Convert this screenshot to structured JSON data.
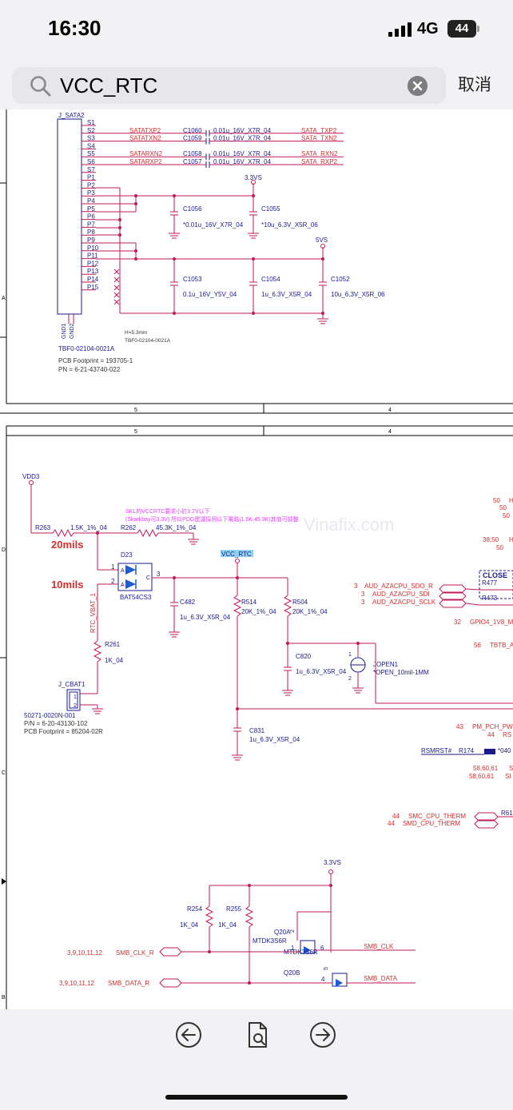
{
  "status": {
    "time": "16:30",
    "network": "4G",
    "battery": "44"
  },
  "search": {
    "query": "VCC_RTC",
    "cancel": "取消"
  },
  "top": {
    "ruler_a": "A",
    "col5": "5",
    "col4": "4",
    "connector": "J_SATA2",
    "pins": [
      "S1",
      "S2",
      "S3",
      "S4",
      "S5",
      "S6",
      "S7",
      "P1",
      "P2",
      "P3",
      "P4",
      "P5",
      "P6",
      "P7",
      "P8",
      "P9",
      "P10",
      "P11",
      "P12",
      "P13",
      "P14",
      "P15"
    ],
    "nets_in": [
      "SATATXP2",
      "SATATXN2",
      "SATARXN2",
      "SATARXP2"
    ],
    "caps_series": [
      "C1060",
      "C1059",
      "C1058",
      "C1057"
    ],
    "cap_values": [
      "0.01u_16V_X7R_04",
      "0.01u_16V_X7R_04",
      "0.01u_16V_X7R_04",
      "0.01u_16V_X7R_04"
    ],
    "nets_out": [
      "SATA_TXP2",
      "SATA_TXN2",
      "SATA_RXN2",
      "SATA_RXP2"
    ],
    "rail_33": "3.3VS",
    "rail_5": "5VS",
    "c1056": "C1056",
    "c1056_val": "*0.01u_16V_X7R_04",
    "c1055": "C1055",
    "c1055_val": "*10u_6.3V_X5R_06",
    "c1053": "C1053",
    "c1053_val": "0.1u_16V_Y5V_04",
    "c1054": "C1054",
    "c1054_val": "1u_6.3V_X5R_04",
    "c1052": "C1052",
    "c1052_val": "10u_6.3V_X5R_06",
    "gnd1": "GND1",
    "gnd2": "GND2",
    "h_note": "H=5.3mm",
    "part_note": "TBF0-02104-0021A",
    "part_name": "TBF0-02104-0021A",
    "footprint": "PCB Footprint = 193705-1",
    "pn": "PN = 6-21-43740-022"
  },
  "bottom": {
    "row_d": "D",
    "row_c": "C",
    "row_b": "B",
    "vdd3": "VDD3",
    "note_line1": "SKL的VCCRTC要求小於3.2V以下",
    "note_line2": "(Skarkbay可3.3V) 所以PDG建議採用以下電路(1.5K,45.3K)其值可調整",
    "r263": "R263",
    "r263_val": "1.5K_1%_04",
    "r262": "R262",
    "r262_val": "45.3K_1%_04",
    "mils20": "20mils",
    "mils10": "10mils",
    "d23": "D23",
    "d23_part": "BAT54CS3",
    "d_pin1": "1",
    "d_pin2": "2",
    "d_pin3": "3",
    "d_a1": "A",
    "d_a2": "A",
    "d_c": "C",
    "vcc_rtc": "VCC_RTC",
    "rtc_vbat": "RTC_VBAT_1",
    "c482": "C482",
    "c482_val": "1u_6.3V_X5R_04",
    "r514": "R514",
    "r514_val": "20K_1%_04",
    "r504": "R504",
    "r504_val": "20K_1%_04",
    "c820": "C820",
    "c820_val": "1u_6.3V_X5R_04",
    "jopen1": "JOPEN1",
    "jopen1_val": "*OPEN_10mil-1MM",
    "r261": "R261",
    "r261_val": "1K_04",
    "j_cbat1": "J_CBAT1",
    "cbat_part": "50271-0020N-001",
    "cbat_pn": "P/N = 6-20-43130-102",
    "cbat_fp": "PCB Footprint = 85204-02R",
    "c831": "C831",
    "c831_val": "1u_6.3V_X5R_04",
    "rail_33": "3.3VS",
    "r254": "R254",
    "r254_val": "1K_04",
    "r255": "R255",
    "r255_val": "1K_04",
    "q20a": "Q20A",
    "q20a_part": "MTDK3S6R",
    "q20b": "Q20B",
    "q20b_part": "MTDK3S6R",
    "smb_clk_r": "SMB_CLK_R",
    "smb_clk_refs": "3,9,10,11,12",
    "smb_data_r": "SMB_DATA_R",
    "smb_data_refs": "3,9,10,11,12",
    "smb_clk": "SMB_CLK",
    "smb_data": "SMB_DATA",
    "q_pin1": "1",
    "q_pin2": "2",
    "q_pin4": "4",
    "q_pin5": "5",
    "q_pin6": "6",
    "aud_sdo": "AUD_AZACPU_SDO_R",
    "aud_sdi": "AUD_AZACPU_SDI",
    "aud_sclk": "AUD_AZACPU_SCLK",
    "aud_ref": "3",
    "close": "CLOSE",
    "r477": "R477",
    "r473": "R473",
    "gpio4": "GPIO4_1V8_M",
    "gpio4_ref": "32",
    "tbtb": "TBTB_A",
    "tbtb_ref": "56",
    "pm_pch": "PM_PCH_PW",
    "pm_ref": "43",
    "rs_ref": "44",
    "rs_lbl": "RS",
    "rsmrst": "RSMRST#",
    "r174": "R174",
    "r174_val": "*040",
    "ref_5860a": "58,60,61",
    "ref_5860b": "58,60,61",
    "s_a": "S",
    "s_b": "SI",
    "smc_therm": "SMC_CPU_THERM",
    "smd_therm": "SMD_CPU_THERM",
    "therm_ref1": "44",
    "therm_ref2": "44",
    "r61": "R61",
    "ref_50a": "50",
    "ref_50b": "50",
    "ref_50c": "50",
    "h1": "H",
    "h2": "H",
    "ref_3850": "38,50",
    "ref_50d": "50",
    "watermark": "Vinafix.com"
  },
  "nav": {
    "back": "back-icon",
    "doc": "document-search-icon",
    "fwd": "forward-icon"
  }
}
